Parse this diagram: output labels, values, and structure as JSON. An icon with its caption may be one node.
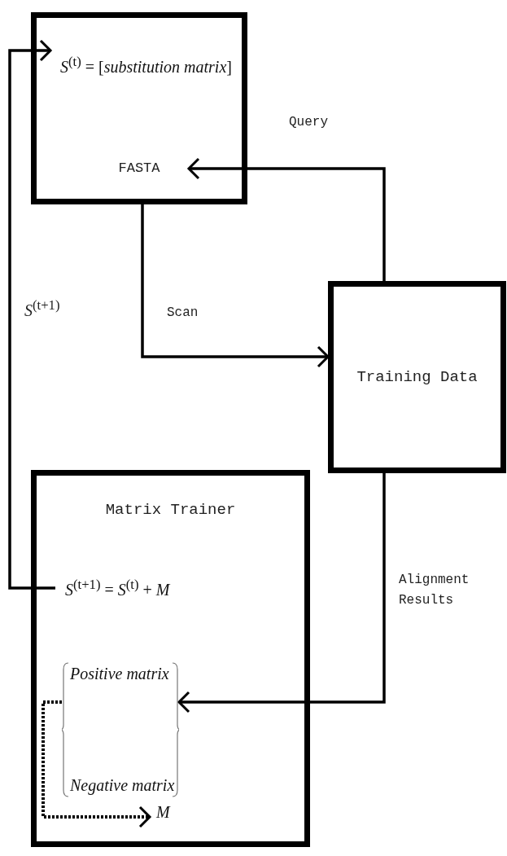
{
  "diagram": {
    "nodes": [
      {
        "text": [
          "FASTA"
        ]
      },
      {
        "text": [
          "*S*$^{(t)}$ = [*substitution matrix*]"
        ],
        "in": 0
      },
      {
        "text": [
          "Training Data"
        ]
      },
      {
        "text": [
          "Matrix Trainer"
        ]
      },
      {
        "text": [
          "*S*$^{(t+1)}$ = *S*$^{(t)}$ + *M*"
        ],
        "in": 3
      },
      {
        "text": [
          "Positive matrix",
          "Negative matrix"
        ],
        "in": 3
      },
      {
        "text": [
          "M"
        ],
        "in": 3
      }
    ],
    "edges": [
      {
        "from": 0,
        "to": 2,
        "arrow": "to",
        "label": "Scan"
      },
      {
        "from": 2,
        "to": 0,
        "arrow": "to",
        "label": "Query"
      },
      {
        "from": 2,
        "to": 5,
        "arrow": "to",
        "label": "Alignment Results"
      },
      {
        "from": 4,
        "to": 1,
        "arrow": "to",
        "label": "*S*$^{(t+1)}$"
      },
      {
        "from": 5,
        "to": 6,
        "arrow": "to",
        "style": "dashed"
      }
    ]
  }
}
